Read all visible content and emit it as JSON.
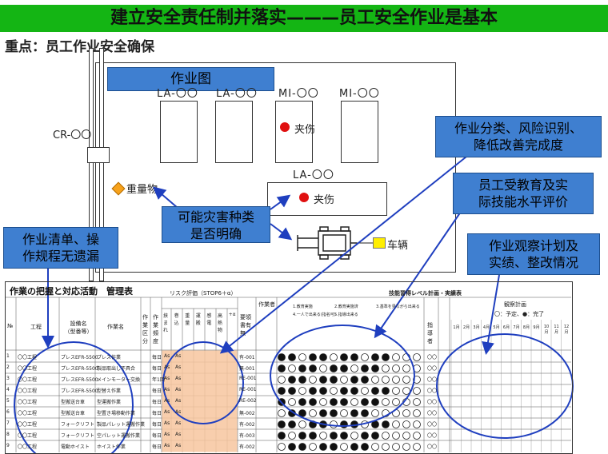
{
  "header": {
    "title": "建立安全责任制并落实———员工安全作业是基本",
    "subtitle": "重点：员工作业安全确保"
  },
  "plan": {
    "title": "作业图",
    "machines": [
      "LA-〇〇",
      "LA-〇〇",
      "MI-〇〇",
      "MI-〇〇",
      "LA-〇〇"
    ],
    "cr_label": "CR-〇〇",
    "heavy": "重量物",
    "injury1": "夹伤",
    "injury2": "夹伤",
    "vehicle": "车辆"
  },
  "callouts": {
    "hazard": "可能灾害种类\n是否明确",
    "classify": "作业分类、风险识别、\n降低改善完成度",
    "education": "员工受教育及实\n际技能水平评价",
    "observe": "作业观察计划及\n实绩、整改情况",
    "worklist": "作业清单、操\n作规程无遗漏"
  },
  "table": {
    "title": "作業の把握と対応活動　管理表",
    "risk_header": "リスク評価（STOP6＋α）",
    "skill_header": "技能習得レベル計画・実績表",
    "col_no": "№",
    "col_process": "工程",
    "col_equip": "設備名\n（型番等）",
    "col_work": "作業名",
    "col_type": "作業区分",
    "col_freq": "作業頻度",
    "risk_cols": [
      "挟まれ",
      "巻込",
      "重量",
      "運搬",
      "感電",
      "高熱物",
      "+α"
    ],
    "col_manual": "要領書有無",
    "col_trainee": "作業者",
    "skill_legend": [
      "1.教育実施",
      "2.教育実施済",
      "3.基準を見ながら出来る",
      "4.一人で出来る(指名可)",
      "5.指導出来る"
    ],
    "col_skill_plan": "指導者",
    "observe_header": "観察計画",
    "observe_sub": "〇：予定、●：完了",
    "months": [
      "1月",
      "2月",
      "3月",
      "4月",
      "5月",
      "6月",
      "7月",
      "8月",
      "9月",
      "10月",
      "11月",
      "12月"
    ],
    "rows": [
      {
        "no": "1",
        "process": "〇〇工程",
        "equip": "プレスEFR-5500",
        "work": "プレス作業",
        "freq": "毎日",
        "manual": "有-001"
      },
      {
        "no": "2",
        "process": "〇〇工程",
        "equip": "プレスEFR-5500",
        "work": "製品取出し不具合",
        "freq": "毎日",
        "manual": "無-001"
      },
      {
        "no": "3",
        "process": "〇〇工程",
        "equip": "プレスEFR-5500",
        "work": "メインモーター交換",
        "freq": "年1回",
        "manual": "RE-001"
      },
      {
        "no": "4",
        "process": "〇〇工程",
        "equip": "プレスEFR-5500",
        "work": "型替え作業",
        "freq": "毎日",
        "manual": "RE-001"
      },
      {
        "no": "5",
        "process": "〇〇工程",
        "equip": "型搬送台車",
        "work": "型運搬作業",
        "freq": "毎日",
        "manual": "RE-002"
      },
      {
        "no": "6",
        "process": "〇〇工程",
        "equip": "型搬送台車",
        "work": "型置き場移動作業",
        "freq": "毎日",
        "manual": "無-002"
      },
      {
        "no": "7",
        "process": "〇〇工程",
        "equip": "フォークリフト",
        "work": "製品パレット運搬作業",
        "freq": "毎日",
        "manual": "有-002"
      },
      {
        "no": "8",
        "process": "〇〇工程",
        "equip": "フォークリフト",
        "work": "空パレット運搬作業",
        "freq": "毎日",
        "manual": "有-003"
      },
      {
        "no": "9",
        "process": "〇〇工程",
        "equip": "電動ホイスト",
        "work": "ホイスト作業",
        "freq": "毎日",
        "manual": "有-002"
      }
    ],
    "risk_mark": "As",
    "skill_mark": "〇〇"
  },
  "colors": {
    "title_bg": "#14b514",
    "callout_bg": "#3f7fd0",
    "risk_fill": "#f7c59f",
    "arrow": "#1f3fbf"
  }
}
